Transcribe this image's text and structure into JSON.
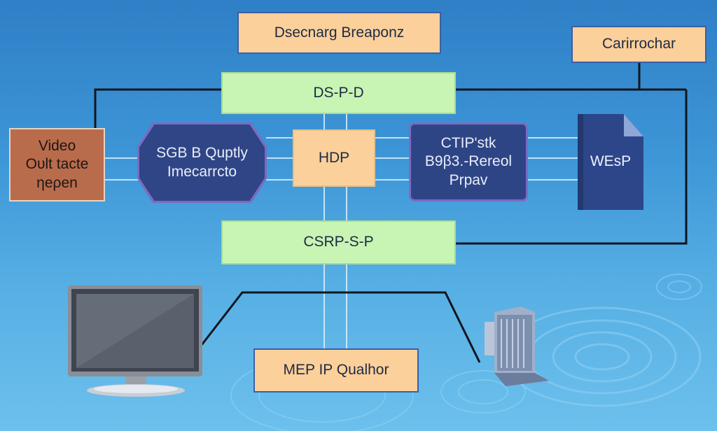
{
  "boxes": {
    "top_title": "Dsecnarg Breaponz",
    "top_right": "Carirrochar",
    "dsp": "DS-P-D",
    "video": [
      "Video",
      "Ουlt tacte",
      "ηeρen"
    ],
    "sgb": [
      "SGB B Quptly",
      "Imecarrcto"
    ],
    "hdp": "HDP",
    "ctp": [
      "CTIP'stk",
      "Β9β3.-Rereol",
      "Ρrpav"
    ],
    "wesp": "WEsP",
    "csrp": "CSRP-S-P",
    "bottom": "MEP IP Qualhor"
  },
  "colors": {
    "background_top": "#2f7fc6",
    "background_bottom": "#6cc0ec",
    "orange_box": "#fbd09a",
    "green_box": "#c8f4b4",
    "brown_box": "#b86c4c",
    "navy_box": "#2e4585",
    "connector": "#10161f"
  },
  "icons": [
    "monitor-icon",
    "server-tower-icon",
    "document-icon",
    "ripple-decoration-icon"
  ]
}
